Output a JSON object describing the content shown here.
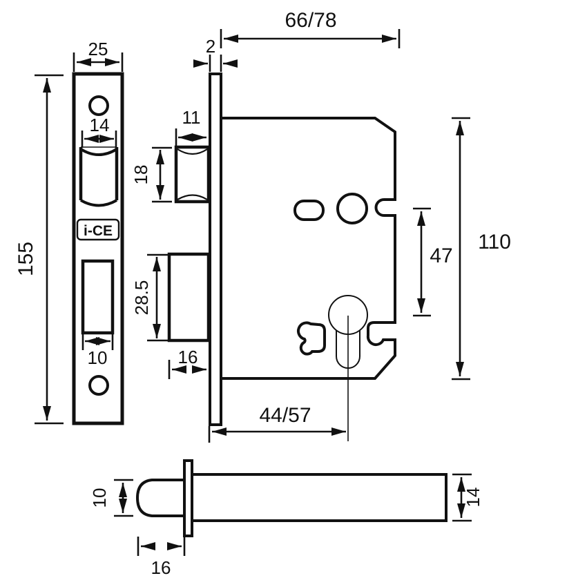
{
  "drawing": {
    "background_color": "#ffffff",
    "line_color": "#111111",
    "logo_text": "i-CE",
    "dimensions": {
      "faceplate_width": "25",
      "faceplate_height": "155",
      "latch_cutout_width": "14",
      "deadbolt_cutout_width": "10",
      "latch_width": "11",
      "latch_height": "18",
      "deadbolt_height": "28.5",
      "deadbolt_throw": "16",
      "forend_thickness": "2",
      "case_depth": "66/78",
      "case_height": "110",
      "centres": "47",
      "backset": "44/57",
      "bolt_diameter": "10",
      "bolt_projection": "16",
      "bolt_bar_height": "14"
    }
  }
}
